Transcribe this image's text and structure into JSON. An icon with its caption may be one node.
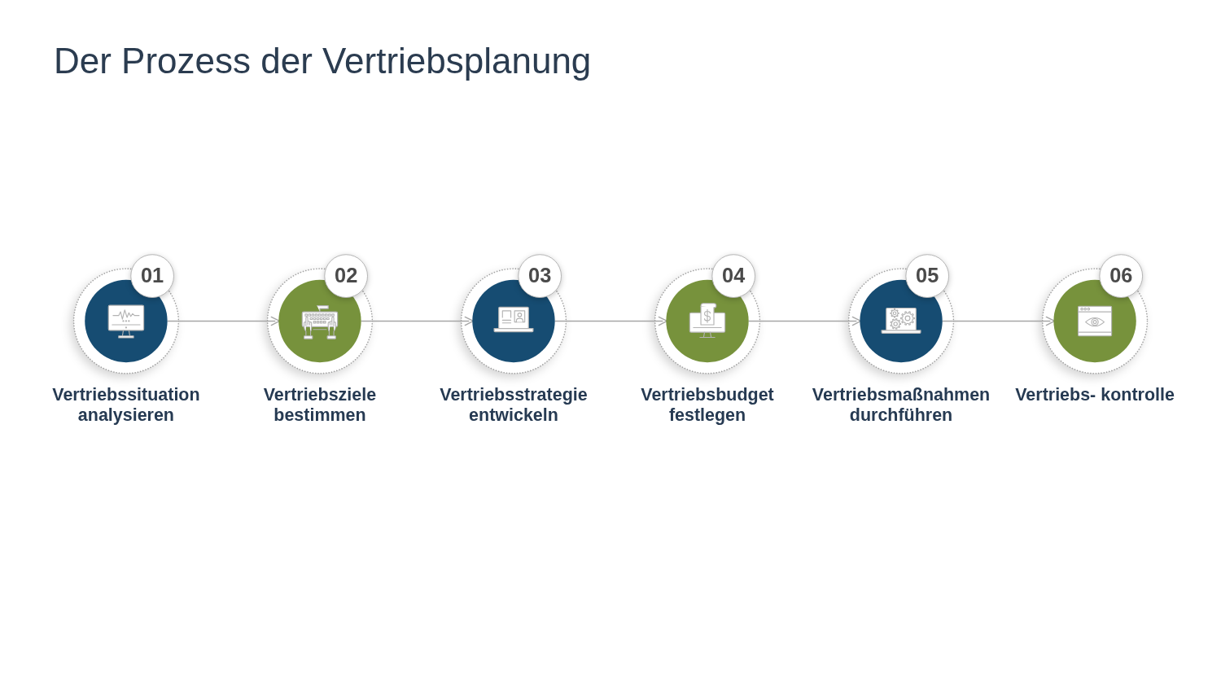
{
  "diagram": {
    "title": "Der Prozess der Vertriebsplanung",
    "nodes": [
      {
        "text": [
          "01"
        ],
        "beside": [
          "Vertriebssituation analysieren"
        ]
      },
      {
        "text": [
          "02"
        ],
        "beside": [
          "Vertriebsziele bestimmen"
        ]
      },
      {
        "text": [
          "03"
        ],
        "beside": [
          "Vertriebsstrategie entwickeln"
        ]
      },
      {
        "text": [
          "04"
        ],
        "beside": [
          "Vertriebsbudget festlegen"
        ]
      },
      {
        "text": [
          "05"
        ],
        "beside": [
          "Vertriebsmaßnahmen durchführen"
        ]
      },
      {
        "text": [
          "06"
        ],
        "beside": [
          "Vertriebs- kontrolle"
        ]
      }
    ],
    "edges": [
      {
        "from": 0,
        "to": 1,
        "arrow": "to"
      },
      {
        "from": 1,
        "to": 2,
        "arrow": "to"
      },
      {
        "from": 2,
        "to": 3,
        "arrow": "to"
      },
      {
        "from": 3,
        "to": 4,
        "arrow": "to"
      },
      {
        "from": 4,
        "to": 5,
        "arrow": "to"
      }
    ]
  }
}
